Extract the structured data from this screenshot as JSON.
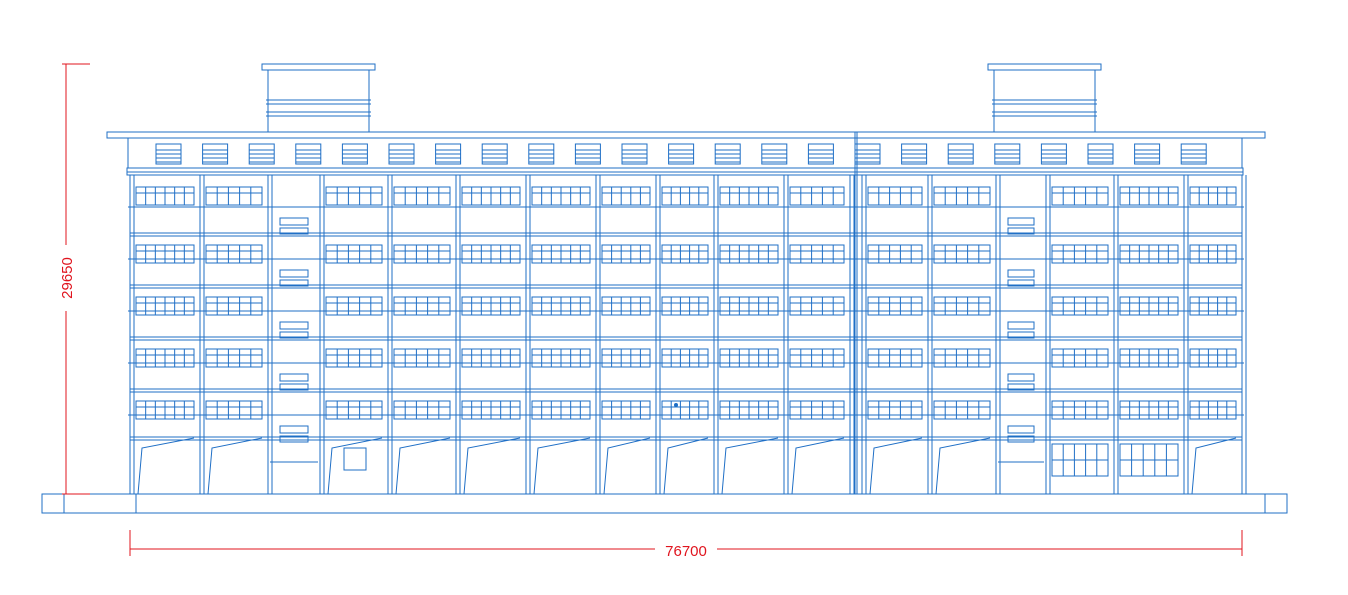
{
  "dimensions": {
    "height_label": "29650",
    "width_label": "76700"
  },
  "colors": {
    "line": "#1f6fc6",
    "dimension": "#e0141e",
    "background": "#ffffff"
  },
  "elevation": {
    "floors": 6,
    "rooftop_structures": 2,
    "stairwells": 2
  }
}
